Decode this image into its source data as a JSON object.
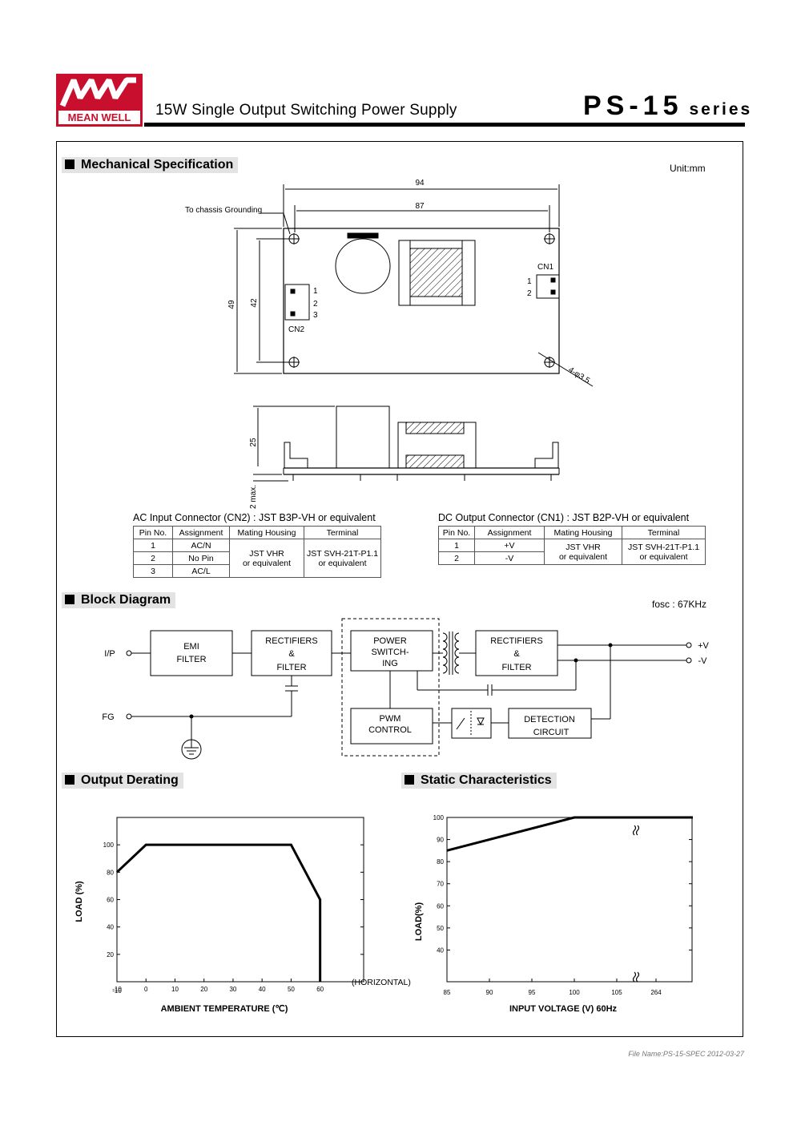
{
  "header": {
    "logo_text": "MEAN WELL",
    "doc_title": "15W Single Output Switching Power Supply",
    "series_name": "PS-15",
    "series_suffix": "series"
  },
  "mechanical": {
    "title": "Mechanical Specification",
    "unit": "Unit:mm",
    "dims": {
      "w94": "94",
      "w87": "87",
      "h49": "49",
      "h42": "42",
      "h25": "25",
      "max2": "2 max.",
      "hole": "4-φ3.5"
    },
    "labels": {
      "chassis": "To chassis Grounding",
      "cn1": "CN1",
      "cn2": "CN2",
      "p1": "1",
      "p2": "2",
      "p3": "3"
    }
  },
  "ac_connector": {
    "title": "AC Input Connector (CN2) : JST B3P-VH  or equivalent",
    "headers": [
      "Pin No.",
      "Assignment",
      "Mating Housing",
      "Terminal"
    ],
    "pins": [
      [
        "1",
        "AC/N"
      ],
      [
        "2",
        "No Pin"
      ],
      [
        "3",
        "AC/L"
      ]
    ],
    "housing": [
      "JST VHR",
      "or equivalent"
    ],
    "terminal": [
      "JST SVH-21T-P1.1",
      "or equivalent"
    ]
  },
  "dc_connector": {
    "title": "DC Output Connector (CN1) : JST B2P-VH  or equivalent",
    "headers": [
      "Pin No.",
      "Assignment",
      "Mating Housing",
      "Terminal"
    ],
    "pins": [
      [
        "1",
        "+V"
      ],
      [
        "2",
        "-V"
      ]
    ],
    "housing": [
      "JST VHR",
      "or equivalent"
    ],
    "terminal": [
      "JST SVH-21T-P1.1",
      "or equivalent"
    ]
  },
  "block": {
    "title": "Block Diagram",
    "fosc": "fosc : 67KHz",
    "ip": "I/P",
    "fg": "FG",
    "pv": "+V",
    "nv": "-V",
    "emi": [
      "EMI",
      "FILTER"
    ],
    "rect1": [
      "RECTIFIERS",
      "&",
      "FILTER"
    ],
    "power": [
      "POWER",
      "SWITCH-",
      "ING"
    ],
    "rect2": [
      "RECTIFIERS",
      "&",
      "FILTER"
    ],
    "pwm": [
      "PWM",
      "CONTROL"
    ],
    "detect": [
      "DETECTION",
      "CIRCUIT"
    ]
  },
  "derating": {
    "title": "Output Derating",
    "ylabel": "LOAD (%)",
    "xlabel": "AMBIENT TEMPERATURE (℃)",
    "note": "(HORIZONTAL)",
    "xticks": [
      "-10",
      "0",
      "10",
      "20",
      "30",
      "40",
      "50",
      "60"
    ],
    "xtick_extra": "-10",
    "yticks": [
      "20",
      "40",
      "60",
      "80",
      "100"
    ],
    "chart_data": {
      "type": "line",
      "x": [
        -10,
        0,
        50,
        60,
        60
      ],
      "y": [
        80,
        100,
        100,
        60,
        0
      ],
      "xlim": [
        -10,
        75
      ],
      "ylim": [
        0,
        120
      ]
    }
  },
  "static": {
    "title": "Static Characteristics",
    "ylabel": "LOAD(%)",
    "xlabel": "INPUT VOLTAGE (V) 60Hz",
    "xticks": [
      "85",
      "90",
      "95",
      "100",
      "105",
      "264"
    ],
    "yticks": [
      "40",
      "50",
      "60",
      "70",
      "80",
      "90",
      "100"
    ],
    "chart_data": {
      "type": "line",
      "x": [
        85,
        100,
        264
      ],
      "y": [
        85,
        100,
        100
      ],
      "ylim": [
        30,
        100
      ]
    }
  },
  "footer": "File Name:PS-15-SPEC   2012-03-27"
}
